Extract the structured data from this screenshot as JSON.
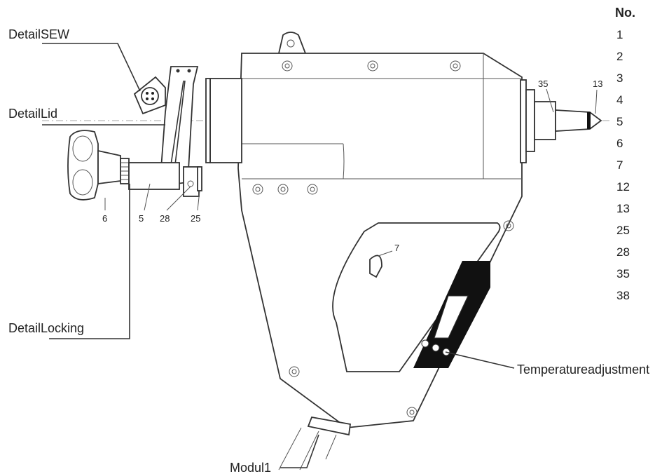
{
  "callouts": {
    "detail_sew": "DetailSEW",
    "detail_lid": "DetailLid",
    "detail_locking": "DetailLocking",
    "temperature_adjustment": "Temperatureadjustment",
    "modul1": "Modul1"
  },
  "part_labels": {
    "p5": "5",
    "p6": "6",
    "p7": "7",
    "p13": "13",
    "p25": "25",
    "p28": "28",
    "p35": "35"
  },
  "parts_list": {
    "header": "No.",
    "numbers": [
      "1",
      "2",
      "3",
      "4",
      "5",
      "6",
      "7",
      "12",
      "13",
      "25",
      "28",
      "35",
      "38"
    ]
  },
  "colors": {
    "line": "#333333",
    "display_panel": "#111111",
    "background": "#ffffff"
  }
}
